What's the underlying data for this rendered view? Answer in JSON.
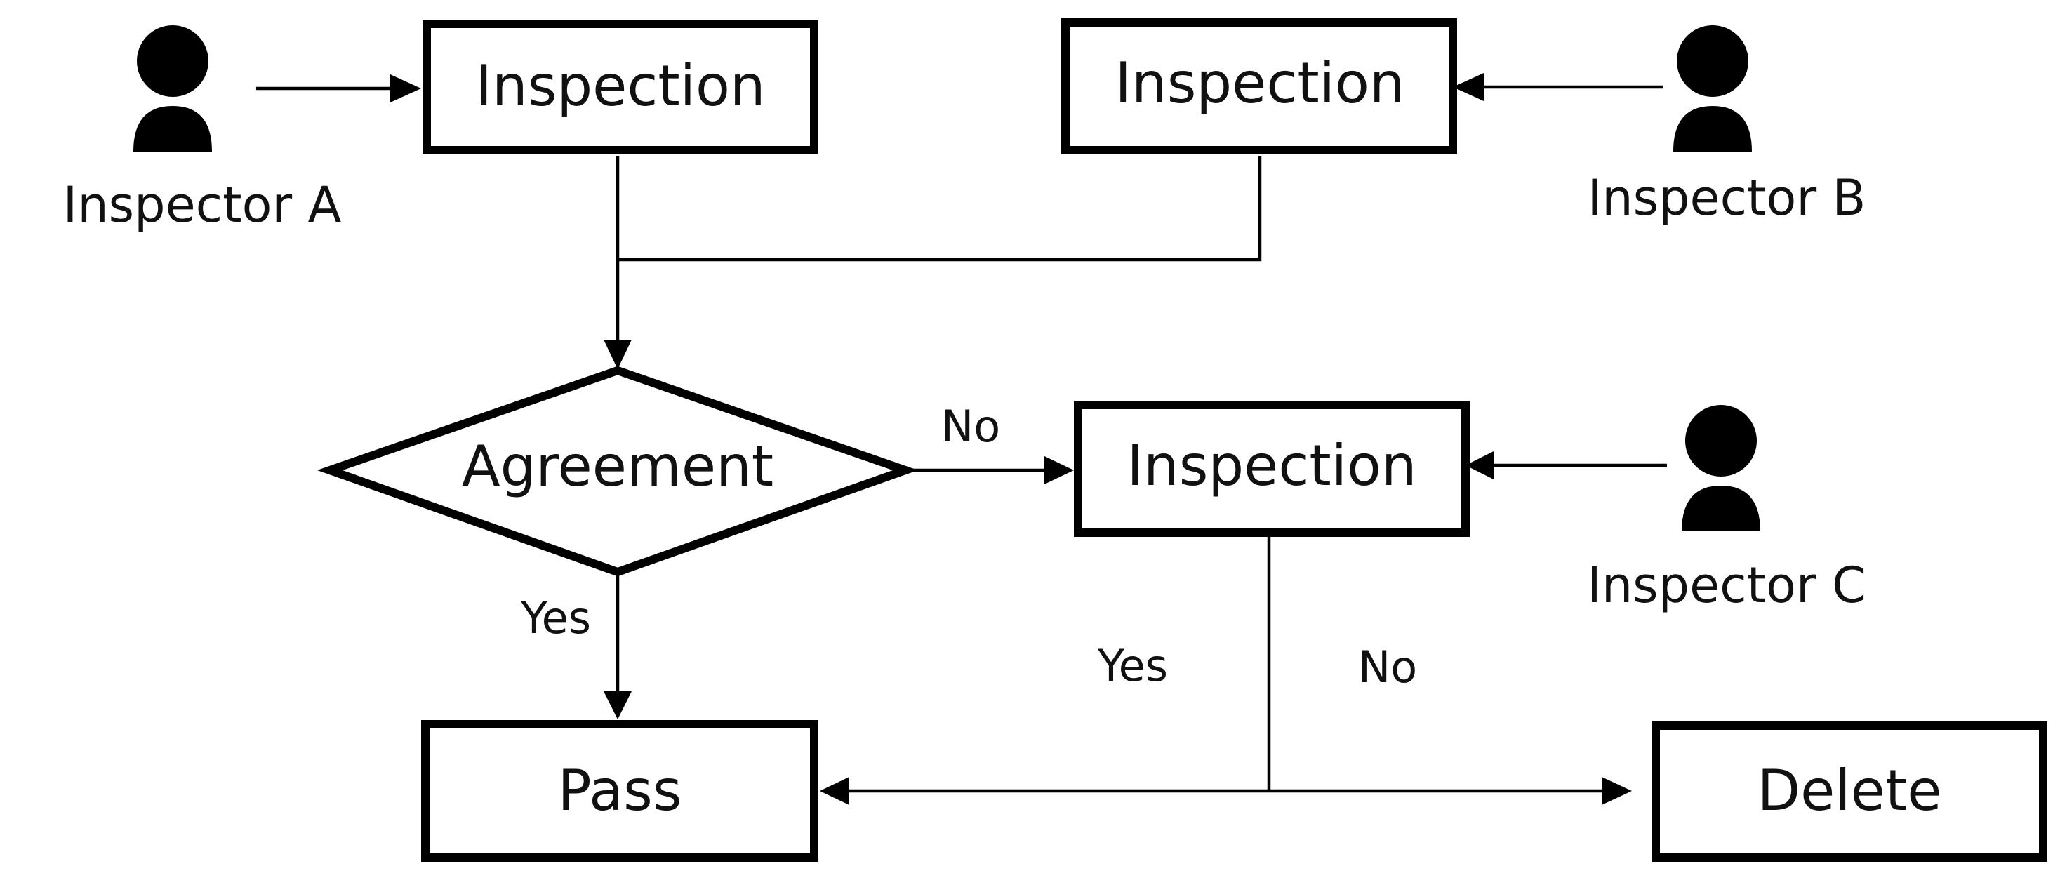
{
  "nodes": {
    "inspection_a": "Inspection",
    "inspection_b": "Inspection",
    "inspection_c": "Inspection",
    "agreement": "Agreement",
    "pass": "Pass",
    "delete": "Delete"
  },
  "actors": {
    "inspector_a": "Inspector A",
    "inspector_b": "Inspector B",
    "inspector_c": "Inspector C"
  },
  "edges": {
    "agreement_no": "No",
    "agreement_yes": "Yes",
    "inspection_c_yes": "Yes",
    "inspection_c_no": "No"
  },
  "icons": {
    "actor_icon": "user-icon"
  },
  "colors": {
    "stroke": "#000000",
    "background": "#ffffff"
  }
}
